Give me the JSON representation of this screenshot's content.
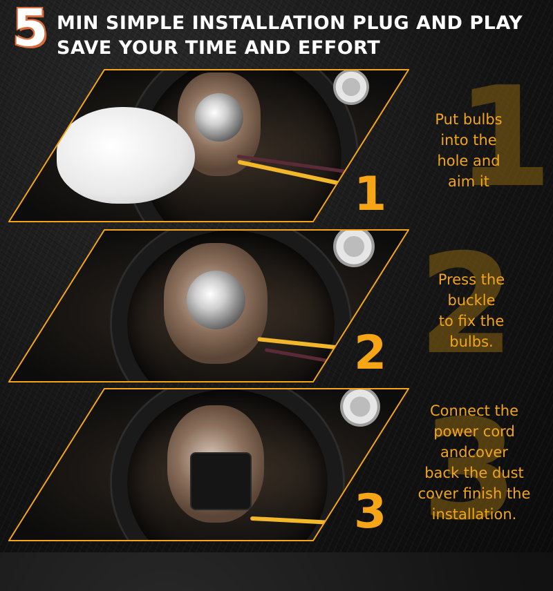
{
  "header": {
    "number": "5",
    "line1": "MIN SIMPLE INSTALLATION PLUG AND PLAY",
    "line2": "SAVE YOUR TIME AND EFFORT"
  },
  "steps": [
    {
      "number": "1",
      "ghost": "1",
      "text": "Put bulbs\ninto the\nhole and\naim it"
    },
    {
      "number": "2",
      "ghost": "2",
      "text": "Press the\nbuckle\nto fix the\nbulbs."
    },
    {
      "number": "3",
      "ghost": "3",
      "text": "Connect the\npower cord\nandcover\nback the dust\ncover finish the\ninstallation."
    }
  ],
  "colors": {
    "accent": "#f5a516",
    "text": "#ffffff",
    "background": "#141414"
  }
}
